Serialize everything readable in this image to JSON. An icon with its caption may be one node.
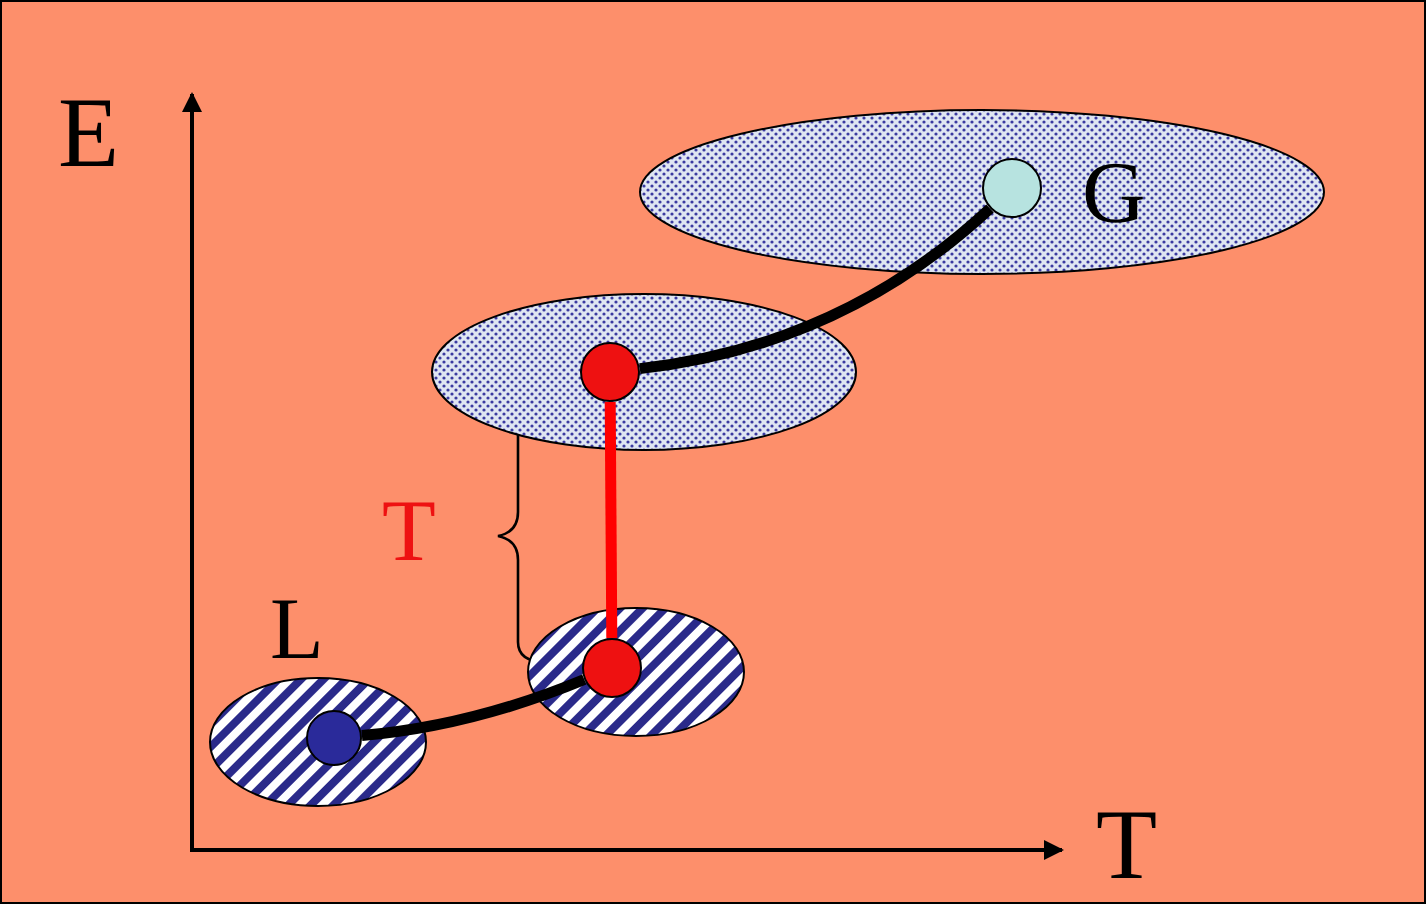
{
  "diagram": {
    "nodes": [
      {
        "text": [],
        "shape": "ellipse"
      },
      {
        "text": [],
        "shape": "circle",
        "in": 0,
        "beside": [
          "G"
        ]
      },
      {
        "text": [],
        "shape": "ellipse"
      },
      {
        "text": [],
        "shape": "circle",
        "in": 2
      },
      {
        "text": [],
        "shape": "ellipse"
      },
      {
        "text": [],
        "shape": "circle",
        "in": 4
      },
      {
        "text": [],
        "shape": "ellipse"
      },
      {
        "text": [],
        "shape": "circle",
        "in": 6
      }
    ],
    "edges": [
      {
        "from": 7,
        "to": 5,
        "arrow": "none"
      },
      {
        "from": 5,
        "to": 3,
        "arrow": "none",
        "color": "#ff0000"
      },
      {
        "from": 3,
        "to": 1,
        "arrow": "none"
      }
    ],
    "labels": [
      "E",
      "T",
      "L",
      "T"
    ]
  }
}
